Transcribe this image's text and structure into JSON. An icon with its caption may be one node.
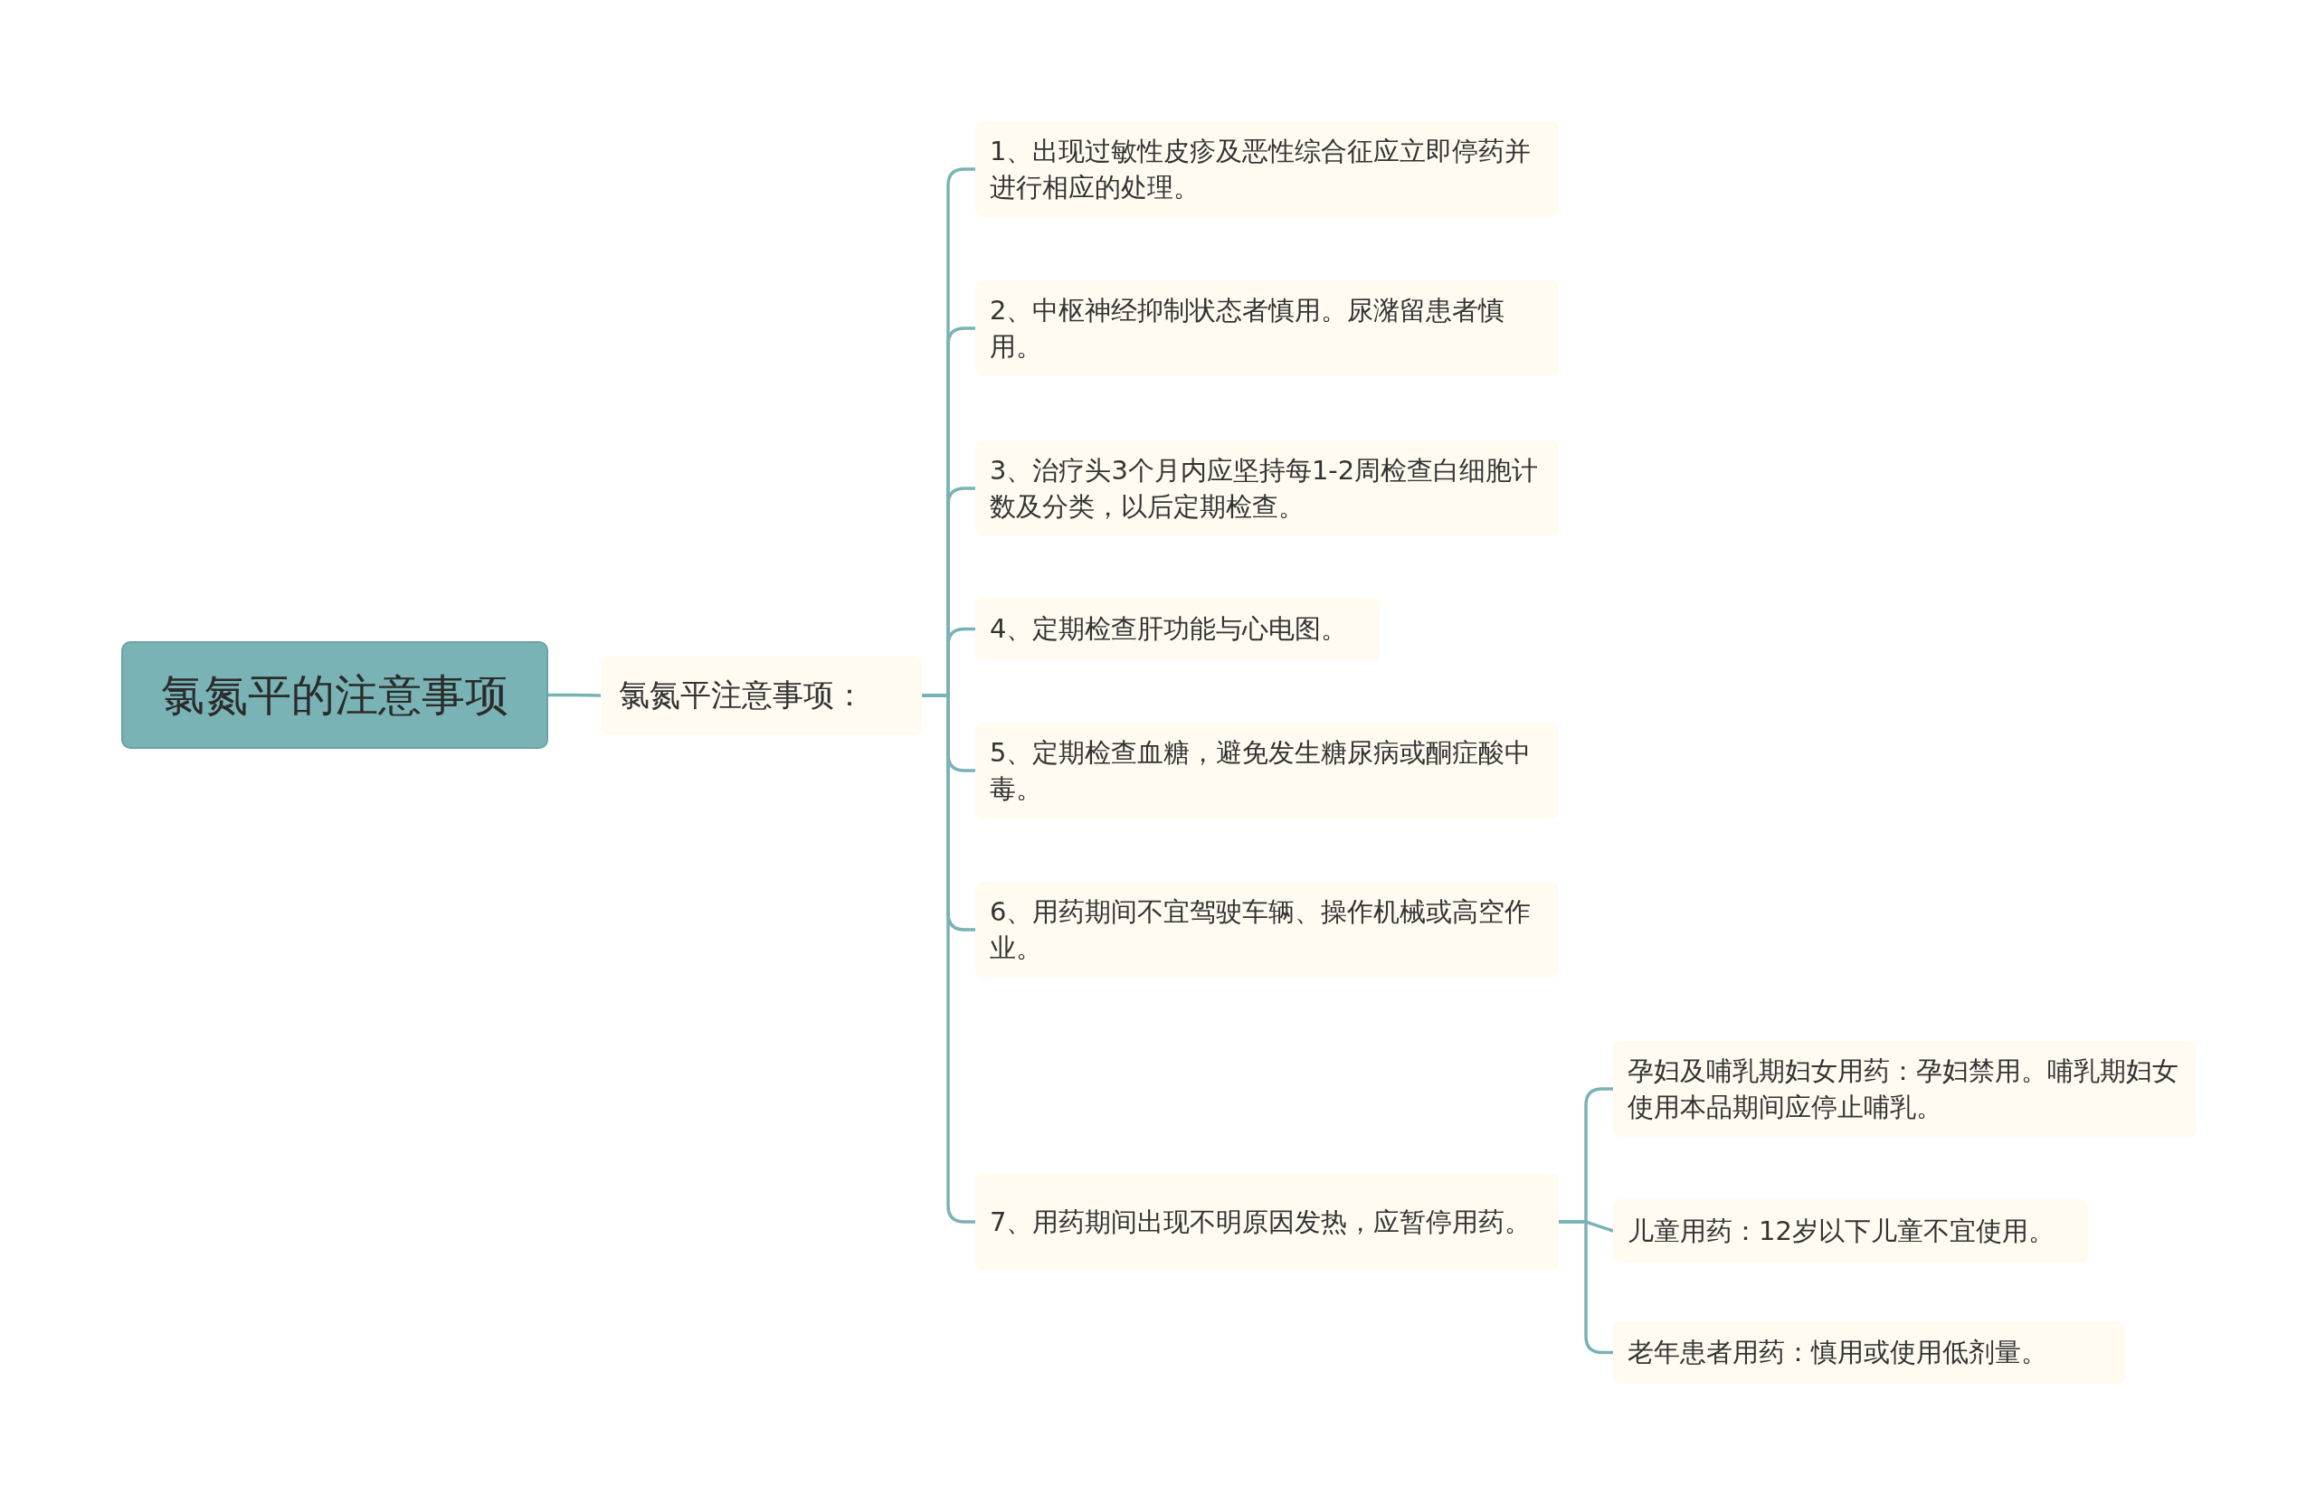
{
  "diagram": {
    "nodes": [
      {
        "text": [
          "氯氮平的注意事项"
        ]
      },
      {
        "text": [
          "氯氮平注意事项："
        ]
      },
      {
        "text": [
          "1、出现过敏性皮疹及恶性综合征应立即停药并进行相应的处理。"
        ]
      },
      {
        "text": [
          "2、中枢神经抑制状态者慎用。尿潴留患者慎用。"
        ]
      },
      {
        "text": [
          "3、治疗头3个月内应坚持每1-2周检查白细胞计数及分类，以后定期检查。"
        ]
      },
      {
        "text": [
          "4、定期检查肝功能与心电图。"
        ]
      },
      {
        "text": [
          "5、定期检查血糖，避免发生糖尿病或酮症酸中毒。"
        ]
      },
      {
        "text": [
          "6、用药期间不宜驾驶车辆、操作机械或高空作业。"
        ]
      },
      {
        "text": [
          "7、用药期间出现不明原因发热，应暂停用药。"
        ]
      },
      {
        "text": [
          "孕妇及哺乳期妇女用药：孕妇禁用。哺乳期妇女使用本品期间应停止哺乳。"
        ]
      },
      {
        "text": [
          "儿童用药：12岁以下儿童不宜使用。"
        ]
      },
      {
        "text": [
          "老年患者用药：慎用或使用低剂量。"
        ]
      }
    ],
    "edges": [
      {
        "from": 0,
        "to": 1,
        "arrow": "none"
      },
      {
        "from": 1,
        "to": 2,
        "arrow": "none"
      },
      {
        "from": 1,
        "to": 3,
        "arrow": "none"
      },
      {
        "from": 1,
        "to": 4,
        "arrow": "none"
      },
      {
        "from": 1,
        "to": 5,
        "arrow": "none"
      },
      {
        "from": 1,
        "to": 6,
        "arrow": "none"
      },
      {
        "from": 1,
        "to": 7,
        "arrow": "none"
      },
      {
        "from": 1,
        "to": 8,
        "arrow": "none"
      },
      {
        "from": 8,
        "to": 9,
        "arrow": "none"
      },
      {
        "from": 8,
        "to": 10,
        "arrow": "none"
      },
      {
        "from": 8,
        "to": 11,
        "arrow": "none"
      }
    ]
  }
}
